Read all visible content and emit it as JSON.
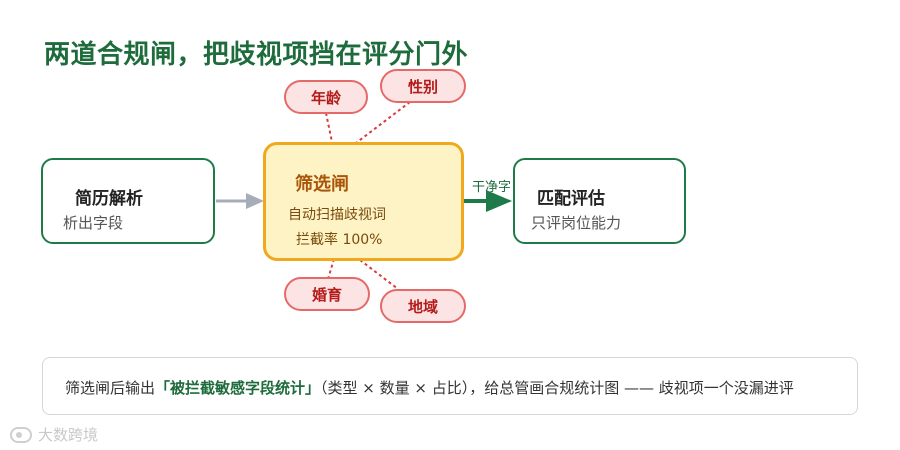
{
  "title": "两道合规闸，把歧视项挡在评分门外",
  "nodes": {
    "parse": {
      "title": "简历解析",
      "subtitle": "析出字段"
    },
    "filter": {
      "title": "筛选闸",
      "line1": "自动扫描歧视词",
      "line2": "拦截率 100%"
    },
    "match": {
      "title": "匹配评估",
      "subtitle": "只评岗位能力"
    }
  },
  "flow_label": "干净字",
  "blocked_fields": [
    "年龄",
    "性别",
    "婚育",
    "地域"
  ],
  "banner": {
    "prefix": "筛选闸后输出",
    "highlight": "「被拦截敏感字段统计」",
    "suffix": "（类型 × 数量 × 占比），给总管画合规统计图 —— 歧视项一个没漏进评"
  },
  "watermark": "大数跨境",
  "colors": {
    "title": "#1e6b3c",
    "green_border": "#1f7a4a",
    "filter_border": "#f0a91e",
    "filter_fill": "#fef3c4",
    "blocked_border": "#e46a6a",
    "blocked_fill": "#fde4e4",
    "blocked_text": "#b41c1c",
    "dotted_line": "#d93b3b",
    "gray_arrow": "#a7adb8",
    "green_arrow": "#1f7a4a"
  }
}
